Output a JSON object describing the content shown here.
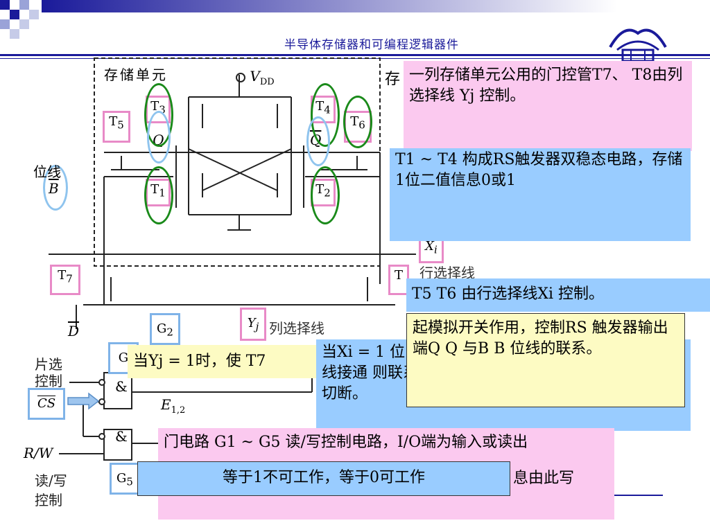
{
  "header": {
    "title": "半导体存储器和可编程逻辑器件"
  },
  "circuit": {
    "storage_cell_label": "存储单元",
    "vdd_label": "V",
    "vdd_sub": "DD",
    "bit_line_label": "位线",
    "bit_line_b": "B",
    "t1": "T",
    "t1_sub": "1",
    "t2": "T",
    "t2_sub": "2",
    "t3": "T",
    "t3_sub": "3",
    "t4": "T",
    "t4_sub": "4",
    "t5": "T",
    "t5_sub": "5",
    "t6": "T",
    "t6_sub": "6",
    "t7": "T",
    "t7_sub": "7",
    "q_left": "Q",
    "q_right": "Q",
    "xi_label": "X",
    "xi_sub": "i",
    "row_select_label": "行选择线",
    "d_bar": "D",
    "g2": "G",
    "g2_sub": "2",
    "g5": "G",
    "g5_sub": "5",
    "yj_label": "Y",
    "yj_sub": "j",
    "col_select_label": "列选择线",
    "chip_select_label_1": "片选",
    "chip_select_label_2": "控制",
    "cs_label": "CS",
    "and_gate_1": "&",
    "and_gate_2": "&",
    "e12_label": "E",
    "e12_sub": "1,2",
    "rw_label": "R/W",
    "rw_ctrl_1": "读/写",
    "rw_ctrl_2": "控制"
  },
  "notes": {
    "col_gate_pink": "一列存储单元公用的门控管T7、 T8由列选择线 Yj 控制。",
    "rs_blue": "T1 ~ T4 构成RS触发器双稳态电路，存储1位二值信息0或1",
    "t56_blue": "T5  T6 由行选择线Xi 控制。",
    "switch_yellow": "起模拟开关作用，控制RS 触发器输出端Q  Q 与B  B 位线的联系。",
    "xi_blue": "当Xi = 1 位线接通 则联系切断。",
    "yj_yellow": "当Yj = 1时，使 T7",
    "gates_pink": "门电路 G1 ~ G5  读/写控制电路，I/O端为输入或读出",
    "gates_pink_tail": "息由此写",
    "cs_blue": "等于1不可工作，等于0可工作"
  },
  "colors": {
    "header_blue": "#1a1a9a",
    "pink_note": "#fbc9ef",
    "blue_note": "#99ccff",
    "yellow_note": "#fdfbc3",
    "pink_frame": "#e88ac7",
    "green_ellipse": "#1a8a1a",
    "blue_ellipse": "#8fc4ee"
  }
}
